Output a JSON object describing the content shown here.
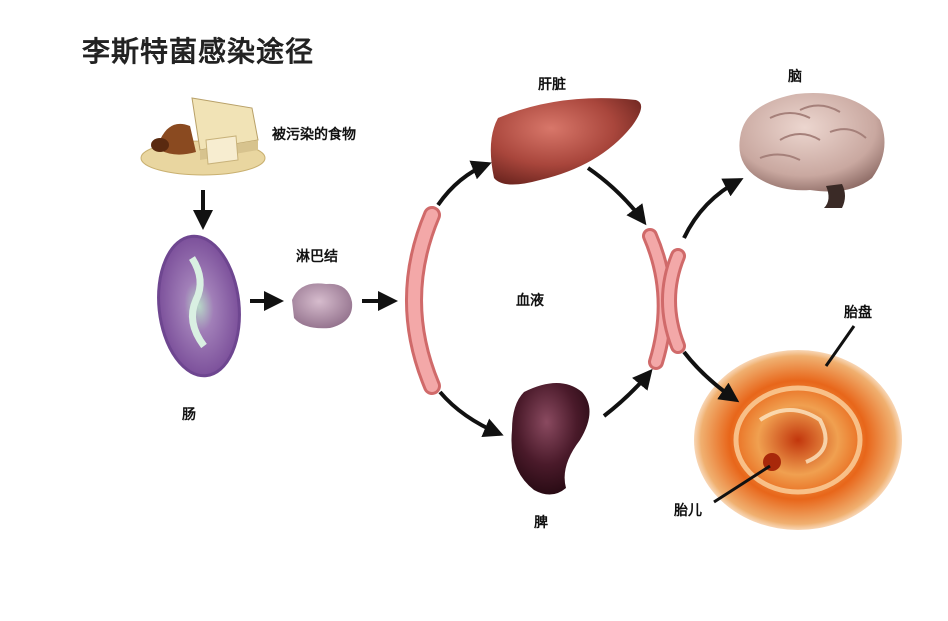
{
  "title": "李斯特菌感染途径",
  "labels": {
    "food": "被污染的食物",
    "intestine": "肠",
    "lymph": "淋巴结",
    "liver": "肝脏",
    "blood": "血液",
    "spleen": "脾",
    "brain": "脑",
    "placenta": "胎盘",
    "fetus": "胎儿"
  },
  "colors": {
    "vessel_fill": "#f3a8a8",
    "vessel_stroke": "#d06a6a",
    "liver": "#a9463c",
    "spleen": "#4a1a2a",
    "intestine": "#8a5aa6",
    "brain": "#c9a8a0",
    "placenta": "#e8661a",
    "arrow": "#111111"
  }
}
